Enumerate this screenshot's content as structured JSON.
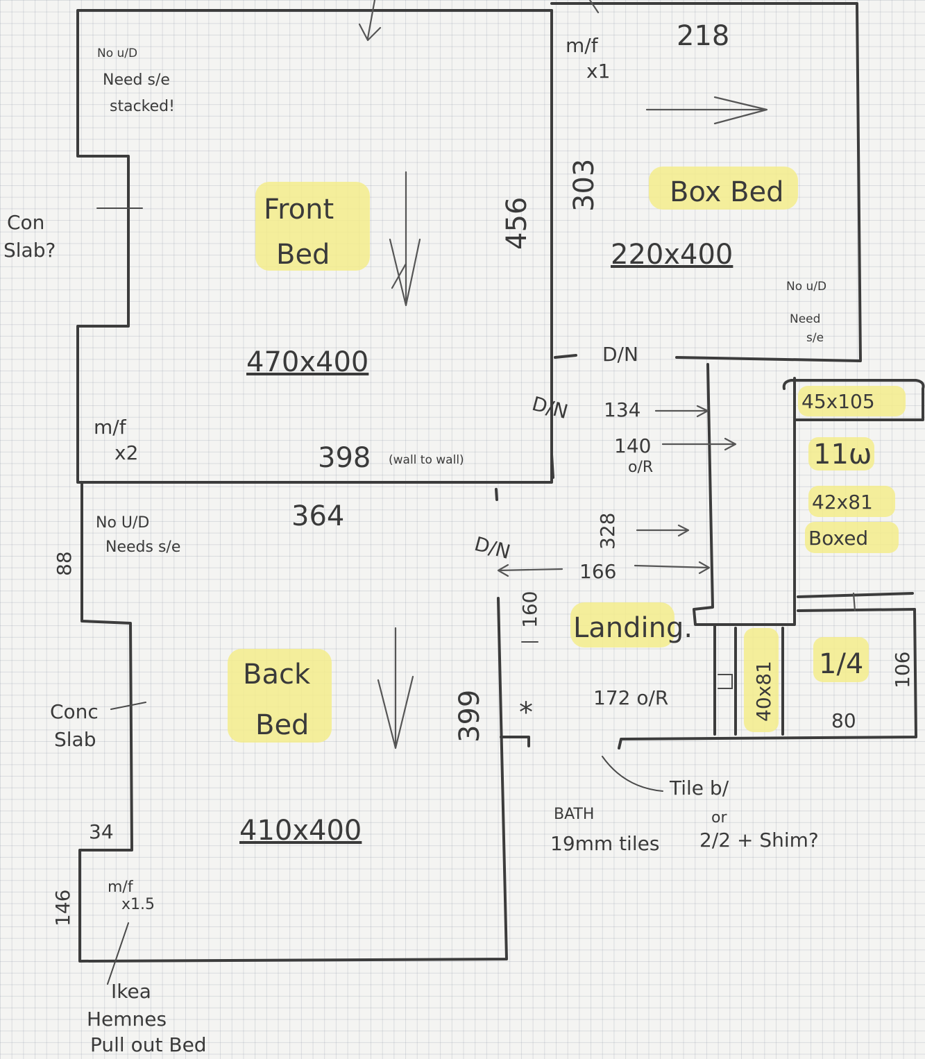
{
  "rooms": {
    "front_bed": {
      "name_line1": "Front",
      "name_line2": "Bed",
      "size": "470x400",
      "depth": "456"
    },
    "box_bed": {
      "name": "Box Bed",
      "size": "220x400",
      "width_top": "218",
      "depth": "303"
    },
    "back_bed": {
      "name_line1": "Back",
      "name_line2": "Bed",
      "size": "410x400",
      "depth": "399"
    },
    "landing": {
      "name": "Landing."
    }
  },
  "notes": {
    "front_top_line1": "No u/D",
    "front_top_line2": "Need s/e",
    "front_top_line3": "stacked!",
    "front_mf_line1": "m/f",
    "front_mf_line2": "x2",
    "wall_to_wall_num": "398",
    "wall_to_wall_note": "(wall to wall)",
    "con_slab_line1": "Con",
    "con_slab_line2": "Slab?",
    "box_mf_line1": "m/f",
    "box_mf_line2": "x1",
    "box_no_ud_line1": "No u/D",
    "box_no_ud_line2": "Need",
    "box_no_ud_line3": "s/e",
    "dn_box": "D/N",
    "dn_front": "D/N",
    "dn_back": "D/N",
    "back_no_ud_line1": "No U/D",
    "back_no_ud_line2": "Needs s/e",
    "back_width": "364",
    "back_side_88": "88",
    "conc_slab_line1": "Conc",
    "conc_slab_line2": "Slab",
    "back_34": "34",
    "back_146": "146",
    "back_mf_line1": "m/f",
    "back_mf_line2": "x1.5",
    "ikea_line1": "Ikea",
    "ikea_line2": "Hemnes",
    "ikea_line3": "Pull out Bed",
    "landing_134": "134",
    "landing_140_line1": "140",
    "landing_140_line2": "o/R",
    "landing_328": "328",
    "landing_166": "166",
    "landing_160": "160",
    "landing_star": "*",
    "landing_172": "172 o/R",
    "cupboard_45x105": "45x105",
    "cupboard_11": "11ω",
    "cupboard_42x81": "42x81",
    "cupboard_boxed": "Boxed",
    "bath_40x81": "40x81",
    "bath_quarter": "1/4",
    "bath_106": "106",
    "bath_80": "80",
    "bath_label_line1": "BATH",
    "bath_label_line2": "19mm tiles",
    "tile_note_line1": "Tile b/",
    "tile_note_line2": "or",
    "tile_note_line3": "2/2 + Shim?"
  },
  "colors": {
    "ink": "#3c3c3c",
    "highlight": "#f3ec8c",
    "paper": "#f4f4f2"
  }
}
